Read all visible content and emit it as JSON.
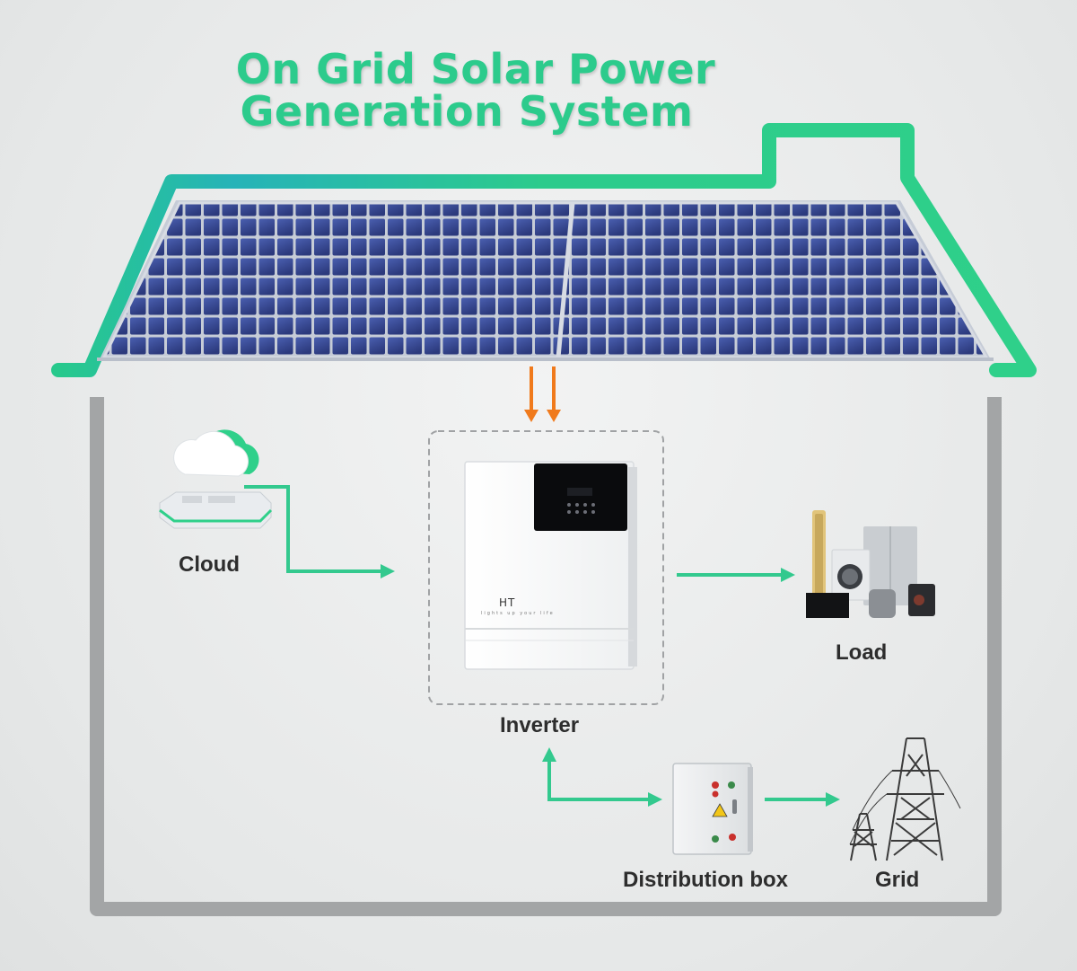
{
  "title": {
    "line1": "On Grid Solar Power",
    "line2": "Generation System"
  },
  "labels": {
    "cloud": "Cloud",
    "inverter": "Inverter",
    "load": "Load",
    "distribution_box": "Distribution box",
    "grid": "Grid"
  },
  "inverter_device": {
    "brand": "HT",
    "tagline": "lights up your life"
  },
  "colors": {
    "title_green": "#2ccb8c",
    "flow_arrow_green": "#33c98e",
    "solar_input_arrow_orange": "#f07a1c",
    "house_outline_gray": "#a3a5a6",
    "solar_cell_blue": "#3a4c95"
  }
}
